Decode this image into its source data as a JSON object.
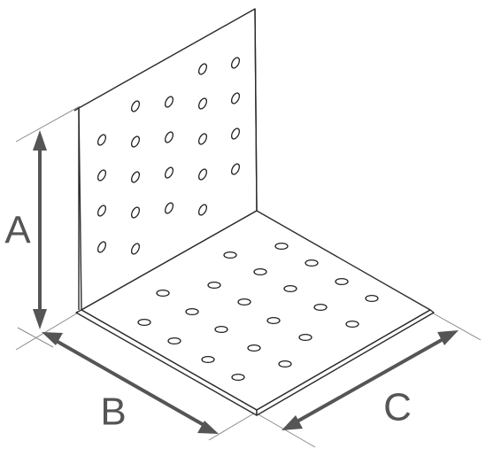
{
  "dimensions": {
    "a": "A",
    "b": "B",
    "c": "C"
  },
  "colors": {
    "outline": "#2a2a2a",
    "dimension": "#555555",
    "extension": "#8a8a8a",
    "background": "#ffffff"
  }
}
